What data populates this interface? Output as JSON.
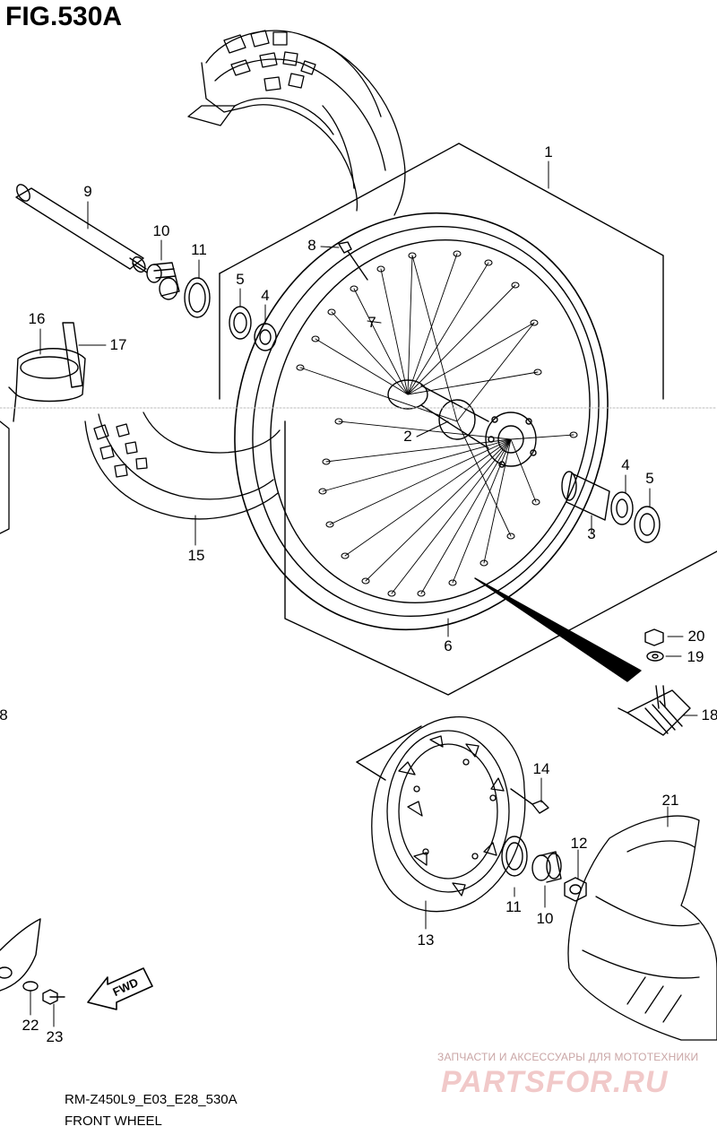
{
  "title": "FIG.530A",
  "diagram_code": "RM-Z450L9_E03_E28_530A",
  "diagram_name": "FRONT WHEEL",
  "watermark": {
    "tagline": "ЗАПЧАСТИ И АКСЕССУАРЫ ДЛЯ МОТОТЕХНИКИ",
    "logo": "PARTSFOR.RU"
  },
  "callouts": {
    "c1": "1",
    "c2": "2",
    "c3": "3",
    "c4a": "4",
    "c4b": "4",
    "c5a": "5",
    "c5b": "5",
    "c6": "6",
    "c7": "7",
    "c8": "8",
    "c9": "9",
    "c10a": "10",
    "c10b": "10",
    "c11a": "11",
    "c11b": "11",
    "c12": "12",
    "c13": "13",
    "c14": "14",
    "c15": "15",
    "c16": "16",
    "c17": "17",
    "c18": "18",
    "c19": "19",
    "c20": "20",
    "c21": "21",
    "c22": "22",
    "c23": "23",
    "cEdge": "8"
  },
  "fwd_label": "FWD"
}
